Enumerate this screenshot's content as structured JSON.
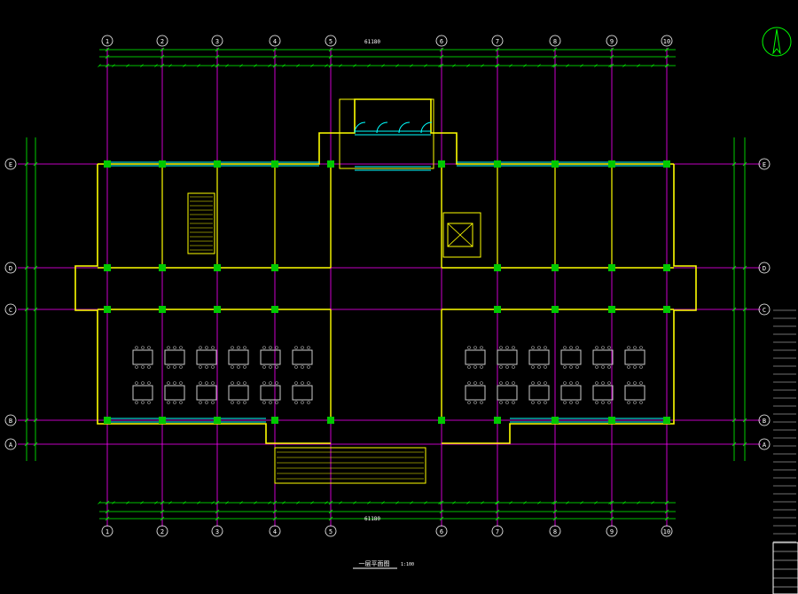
{
  "drawing": {
    "column_grid_labels": [
      "1",
      "2",
      "3",
      "4",
      "5",
      "6",
      "7",
      "8",
      "9",
      "10"
    ],
    "row_grid_labels": [
      "E",
      "D",
      "C",
      "B",
      "A"
    ],
    "overall_dimension": "61180",
    "title": "一层平面图",
    "scale": "1:100"
  },
  "colors": {
    "background": "#000000",
    "wall": "#ffff00",
    "axis": "#ff00ff",
    "dimension": "#00ff00",
    "window": "#00ffff",
    "column": "#00c800",
    "annotation": "#ffffff",
    "accent": "#ff3333"
  },
  "legend": {
    "north_arrow": "north-arrow-icon"
  }
}
